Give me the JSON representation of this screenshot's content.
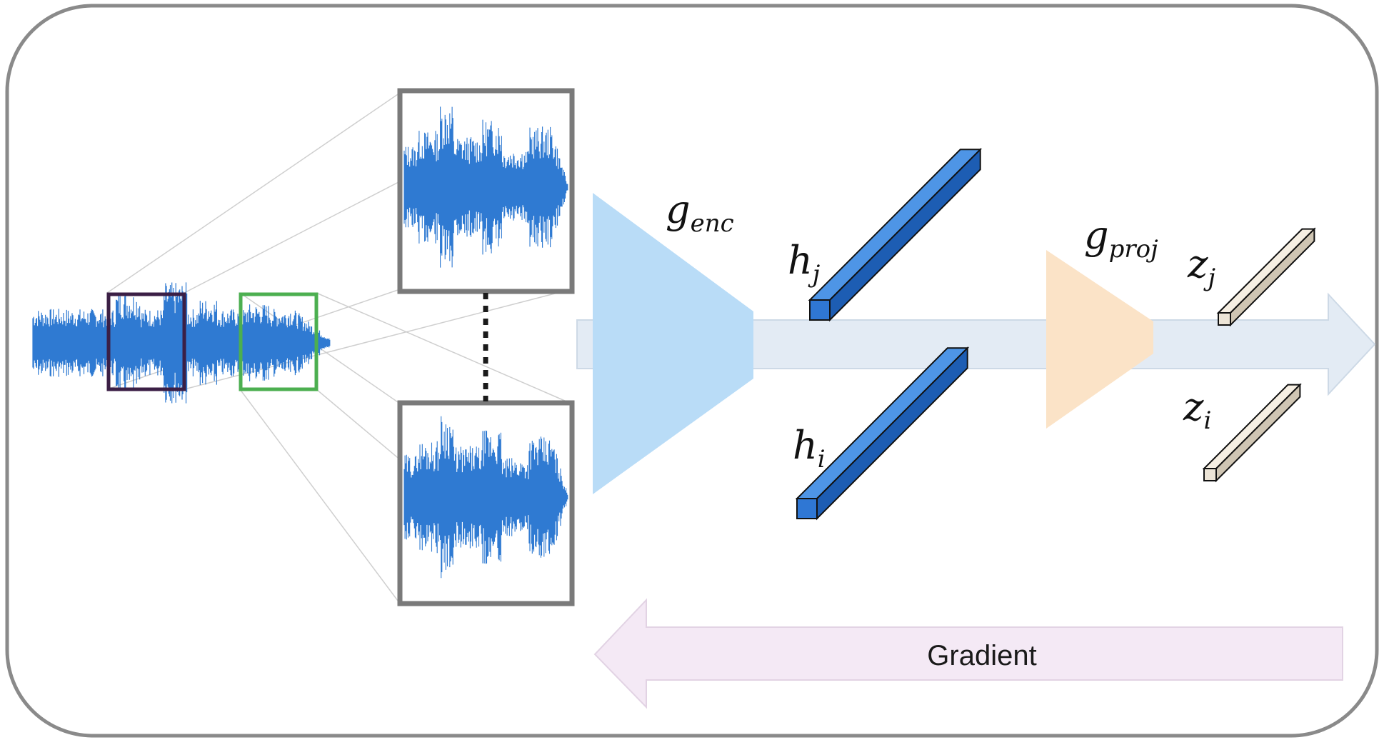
{
  "labels": {
    "g_enc": {
      "base": "g",
      "sub": "enc"
    },
    "g_proj": {
      "base": "g",
      "sub": "proj"
    },
    "h_j": {
      "base": "h",
      "sub": "j"
    },
    "h_i": {
      "base": "h",
      "sub": "i"
    },
    "z_j": {
      "base": "z",
      "sub": "j"
    },
    "z_i": {
      "base": "z",
      "sub": "i"
    },
    "gradient": "Gradient"
  },
  "colors": {
    "waveform": "#2f7ad2",
    "crop_box_1": "#3b1f45",
    "crop_box_2": "#4caf50",
    "encoder": "#b9dcf7",
    "projector": "#fbe3c7",
    "forward_arrow": "#e3ebf4",
    "gradient_arrow": "#f4e9f5",
    "h_vector": "#2f77d4",
    "z_vector": "#ece4d6",
    "frame_border": "#8a8a8a"
  }
}
